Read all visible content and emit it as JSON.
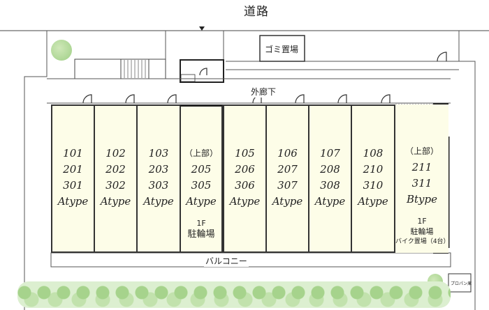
{
  "road": {
    "label": "道路"
  },
  "garbage": {
    "label": "ゴミ置場"
  },
  "corridor": {
    "label": "外廊下"
  },
  "balcony": {
    "label": "バルコニー"
  },
  "propane": {
    "label": "プロパン庫"
  },
  "mailbox": {
    "label": ""
  },
  "units": [
    {
      "upper": "",
      "rooms": [
        "101",
        "201",
        "301"
      ],
      "type": "Atype",
      "note1": "",
      "note2": "",
      "note3": ""
    },
    {
      "upper": "",
      "rooms": [
        "102",
        "202",
        "302"
      ],
      "type": "Atype",
      "note1": "",
      "note2": "",
      "note3": ""
    },
    {
      "upper": "",
      "rooms": [
        "103",
        "203",
        "303"
      ],
      "type": "Atype",
      "note1": "",
      "note2": "",
      "note3": ""
    },
    {
      "upper": "（上部）",
      "rooms": [
        "205",
        "305"
      ],
      "type": "Atype",
      "note1": "1F",
      "note2": "駐輪場",
      "note3": ""
    },
    {
      "upper": "",
      "rooms": [
        "105",
        "206",
        "306"
      ],
      "type": "Atype",
      "note1": "",
      "note2": "",
      "note3": ""
    },
    {
      "upper": "",
      "rooms": [
        "106",
        "207",
        "307"
      ],
      "type": "Atype",
      "note1": "",
      "note2": "",
      "note3": ""
    },
    {
      "upper": "",
      "rooms": [
        "107",
        "208",
        "308"
      ],
      "type": "Atype",
      "note1": "",
      "note2": "",
      "note3": ""
    },
    {
      "upper": "",
      "rooms": [
        "108",
        "210",
        "310"
      ],
      "type": "Atype",
      "note1": "",
      "note2": "",
      "note3": ""
    },
    {
      "upper": "（上部）",
      "rooms": [
        "211",
        "311"
      ],
      "type": "Btype",
      "note1": "1F",
      "note2": "駐輪場",
      "note3": "バイク置場（4台）"
    }
  ],
  "colors": {
    "unit_fill": "#fdfde8",
    "wall": "#333333",
    "tree": "#a8d48f",
    "hedge": "#b8dca0"
  }
}
